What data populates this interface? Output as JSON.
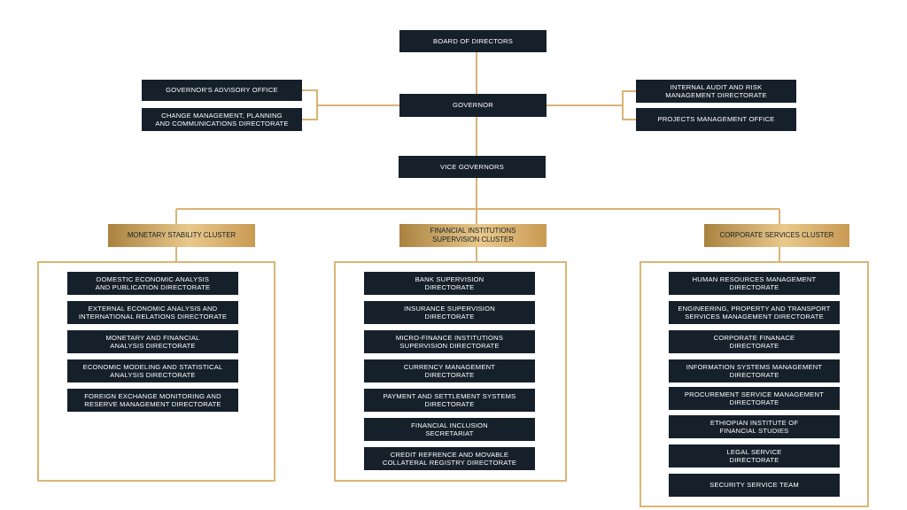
{
  "top": {
    "board": "BOARD OF DIRECTORS",
    "governor": "GOVERNOR",
    "vice_governors": "VICE GOVERNORS",
    "left_offices": [
      "GOVERNOR'S ADVISORY OFFICE",
      "CHANGE MANAGEMENT, PLANNING\nAND COMMUNICATIONS DIRECTORATE"
    ],
    "right_offices": [
      "INTERNAL AUDIT AND RISK\nMANAGEMENT DIRECTORATE",
      "PROJECTS MANAGEMENT OFFICE"
    ]
  },
  "clusters": [
    {
      "title": "MONETARY STABILITY CLUSTER",
      "items": [
        "DOMESTIC ECONOMIC ANALYSIS\nAND PUBLICATION DIRECTORATE",
        "EXTERNAL ECONOMIC ANALYSIS AND\nINTERNATIONAL RELATIONS DIRECTORATE",
        "MONETARY AND FINANCIAL\nANALYSIS DIRECTORATE",
        "ECONOMIC MODELING AND STATISTICAL\nANALYSIS DIRECTORATE",
        "FOREIGN EXCHANGE MONITORING AND\nRESERVE MANAGEMENT DIRECTORATE"
      ]
    },
    {
      "title": "FINANCIAL INSTITUTIONS\nSUPERVISION CLUSTER",
      "items": [
        "BANK SUPERVISION\nDIRECTORATE",
        "INSURANCE SUPERVISION\nDIRECTORATE",
        "MICRO-FINANCE INSTITUTIONS\nSUPERVISION DIRECTORATE",
        "CURRENCY MANAGEMENT\nDIRECTORATE",
        "PAYMENT AND SETTLEMENT SYSTEMS\nDIRECTORATE",
        "FINANCIAL INCLUSION\nSECRETARIAT",
        "CREDIT REFRENCE AND MOVABLE\nCOLLATERAL REGISTRY DIRECTORATE"
      ]
    },
    {
      "title": "CORPORATE SERVICES CLUSTER",
      "items": [
        "HUMAN RESOURCES MANAGEMENT\nDIRECTORATE",
        "ENGINEERING, PROPERTY AND TRANSPORT\nSERVICES MANAGEMENT DIRECTORATE",
        "CORPORATE FINANACE\nDIRECTORATE",
        "INFORMATION SYSTEMS MANAGEMENT\nDIRECTORATE",
        "PROCUREMENT SERVICE MANAGEMENT\nDIRECTORATE",
        "ETHIOPIAN INSTITUTE OF\nFINANCIAL STUDIES",
        "LEGAL SERVICE\nDIRECTORATE",
        "SECURITY SERVICE TEAM"
      ]
    }
  ]
}
